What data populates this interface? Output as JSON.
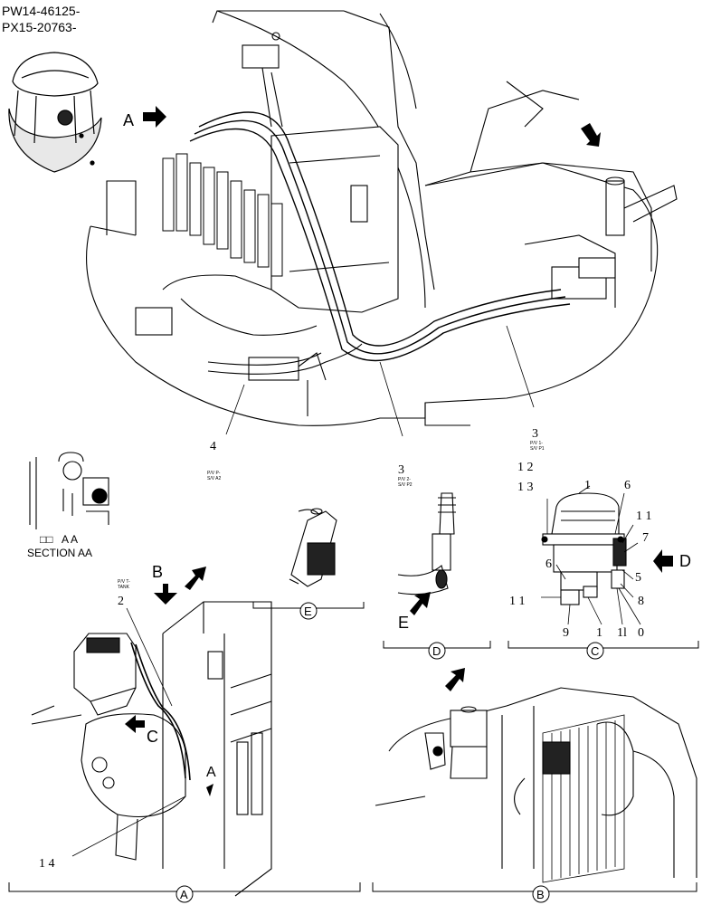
{
  "header": {
    "serial_range_1": "PW14-46125-",
    "serial_range_2": "PX15-20763-"
  },
  "view_arrows": {
    "a": "A",
    "b": "B",
    "c": "C",
    "d": "D",
    "e": "E",
    "a_lower": "A"
  },
  "section_label": {
    "prefix": "□□",
    "letters": "A A",
    "caption": "SECTION AA"
  },
  "callouts": {
    "c4": "4",
    "c3_mid": "3",
    "c3_right": "3",
    "c2": "2",
    "c14": "1 4",
    "c12": "1 2",
    "c13": "1 3",
    "c1": "1",
    "c6_top": "6",
    "c11_top": "1 1",
    "c7": "7",
    "c6_left": "6",
    "c5": "5",
    "c11_left": "1 1",
    "c8": "8",
    "c9": "9",
    "c1_bottom": "1",
    "c11_bottom": "1l",
    "c10": "0"
  },
  "hose_tags": {
    "tag4_line1": "P/V  P-",
    "tag4_line2": "S/V  A2",
    "tag3mid_line1": "P/V  2-",
    "tag3mid_line2": "S/V  P2",
    "tag3right_line1": "P/V  1-",
    "tag3right_line2": "S/V  P1",
    "tag2_line1": "P/V  T-",
    "tag2_line2": "TANK"
  },
  "detail_badges": {
    "a": "A",
    "b": "B",
    "c": "C",
    "d": "D",
    "e": "E"
  }
}
